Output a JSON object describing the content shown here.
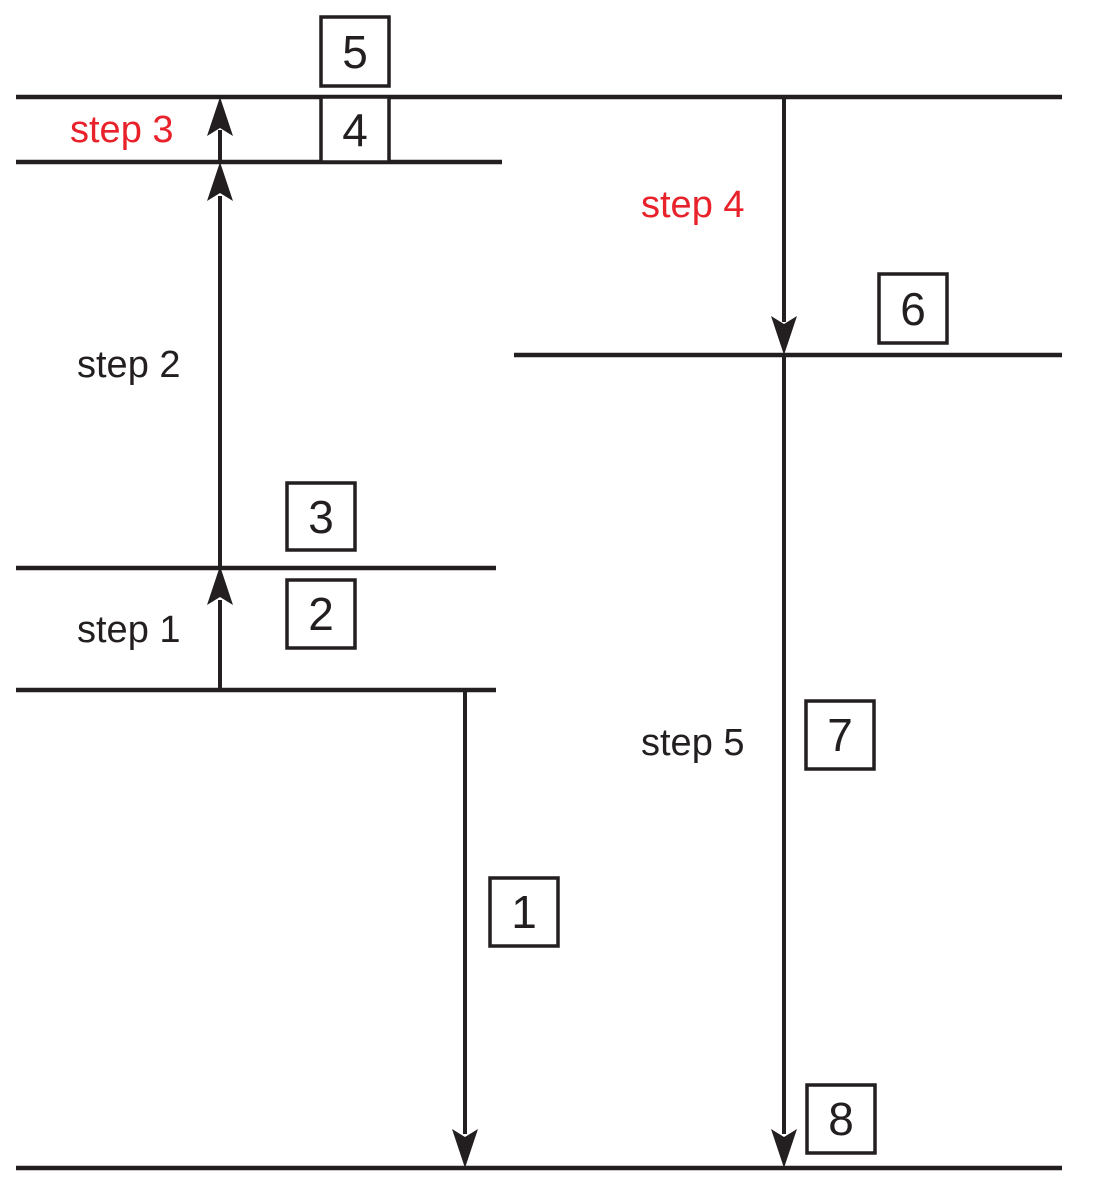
{
  "colors": {
    "ink": "#231f20",
    "highlight": "#e8212a"
  },
  "boxes": {
    "b1": "1",
    "b2": "2",
    "b3": "3",
    "b4": "4",
    "b5": "5",
    "b6": "6",
    "b7": "7",
    "b8": "8"
  },
  "steps": {
    "s1": "step 1",
    "s2": "step 2",
    "s3": "step 3",
    "s4": "step 4",
    "s5": "step 5"
  },
  "highlighted_steps": [
    "step 3",
    "step 4"
  ]
}
